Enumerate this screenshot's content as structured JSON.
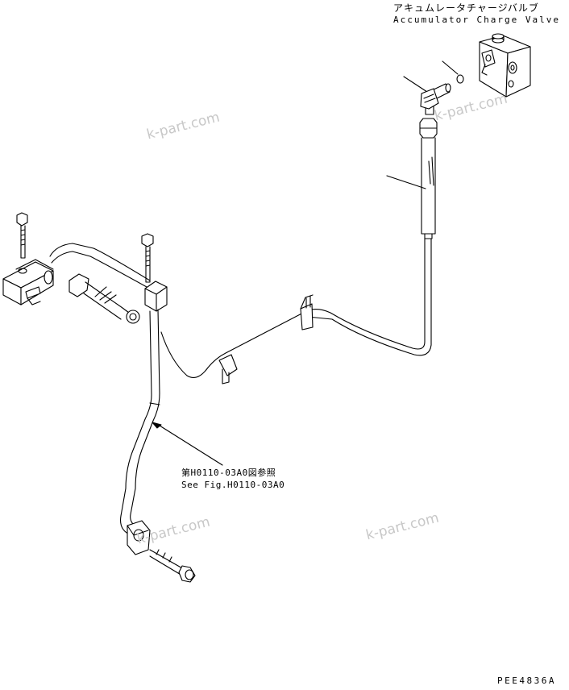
{
  "labels": {
    "component_jp": "アキュムレータチャージバルブ",
    "component_en": "Accumulator Charge Valve",
    "reference_jp": "第H0110-03A0図参照",
    "reference_en": "See Fig.H0110-03A0",
    "drawing_code": "PEE4836A"
  },
  "watermarks": [
    "k-part.com",
    "k-part.com",
    "k-part.com",
    "k-part.com"
  ],
  "colors": {
    "line": "#000000",
    "watermark": "#c8c8c8",
    "background": "#ffffff"
  }
}
